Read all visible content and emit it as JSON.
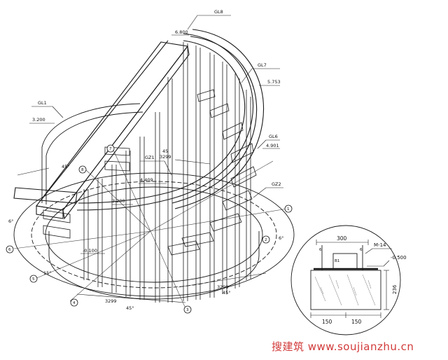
{
  "beam_labels": [
    "GL8",
    "GL7",
    "GL6",
    "GL1",
    "GZ1",
    "GZ2"
  ],
  "elevations": [
    "6.800",
    "5.753",
    "4.901",
    "3.200",
    "4.409",
    "3.200",
    "-0.100"
  ],
  "dimensions": [
    "3299",
    "3299",
    "3299",
    "45",
    "45°",
    "45°",
    "45°",
    "6°",
    "6°",
    "15°"
  ],
  "axis_marks": [
    "1",
    "2",
    "3",
    "4",
    "5",
    "6",
    "7",
    "8"
  ],
  "detail": {
    "width": "300",
    "embed_label": "M-14",
    "elevation": "-0.500",
    "depth": "236",
    "half_width_left": "150",
    "half_width_right": "150",
    "bolt_label": "6",
    "arrow_label": "B1"
  },
  "watermark": "搜建筑 www.soujianzhu.cn"
}
